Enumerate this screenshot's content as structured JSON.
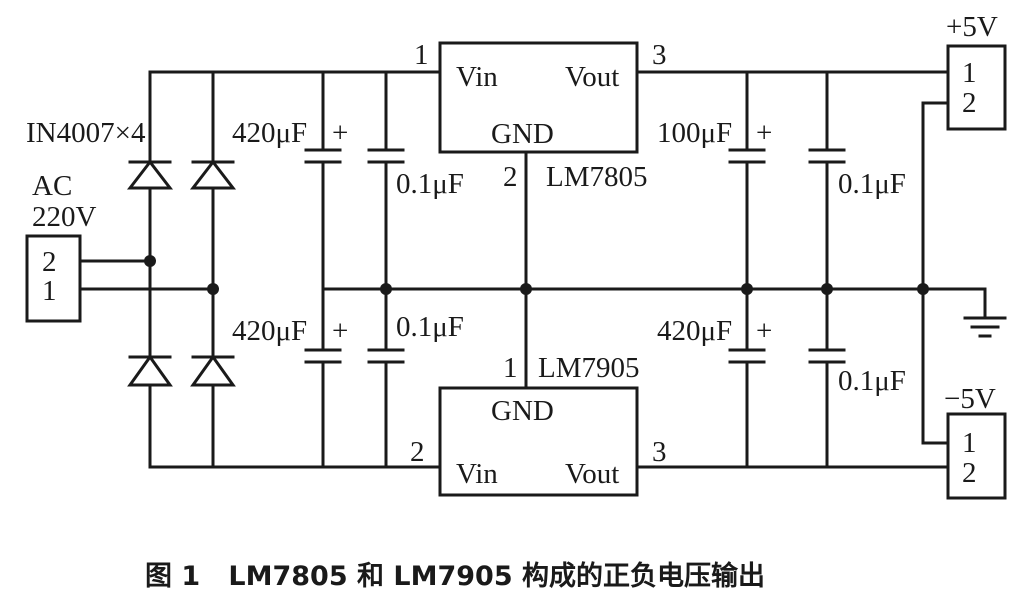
{
  "diagram": {
    "type": "circuit-schematic",
    "caption": "图 1   LM7805 和 LM7905 构成的正负电压输出",
    "ac_input": {
      "label_line1": "AC",
      "label_line2": "220V",
      "pin_top": "2",
      "pin_bottom": "1"
    },
    "rectifier": {
      "label": "IN4007×4"
    },
    "input_caps": {
      "pos_electrolytic": "420μF",
      "pos_ceramic": "0.1μF",
      "neg_electrolytic": "420μF",
      "neg_ceramic": "0.1μF",
      "polarity": "+"
    },
    "regulator_pos": {
      "name": "LM7805",
      "vin": "Vin",
      "vout": "Vout",
      "gnd": "GND",
      "pin_vin": "1",
      "pin_gnd": "2",
      "pin_vout": "3"
    },
    "regulator_neg": {
      "name": "LM7905",
      "vin": "Vin",
      "vout": "Vout",
      "gnd": "GND",
      "pin_gnd": "1",
      "pin_vin": "2",
      "pin_vout": "3"
    },
    "output_caps": {
      "pos_electrolytic": "100μF",
      "pos_ceramic": "0.1μF",
      "neg_electrolytic": "420μF",
      "neg_ceramic": "0.1μF",
      "polarity": "+"
    },
    "output_pos": {
      "label": "+5V",
      "pin1": "1",
      "pin2": "2"
    },
    "output_neg": {
      "label": "−5V",
      "pin1": "1",
      "pin2": "2"
    }
  }
}
